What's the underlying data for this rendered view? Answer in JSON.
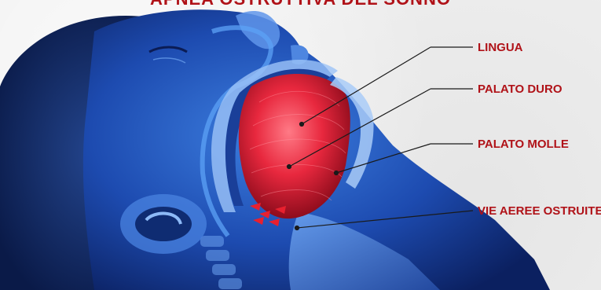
{
  "title": "APNEA OSTRUTTIVA DEL SONNO",
  "labels": {
    "lingua": "LINGUA",
    "palato_duro": "PALATO DURO",
    "palato_molle": "PALATO MOLLE",
    "vie_aeree": "VIE AEREE OSTRUITE"
  },
  "colors": {
    "label_red": "#b01218",
    "head_blue": "#1f4fb8",
    "tongue_red": "#e0253a",
    "background": "#efefef"
  }
}
